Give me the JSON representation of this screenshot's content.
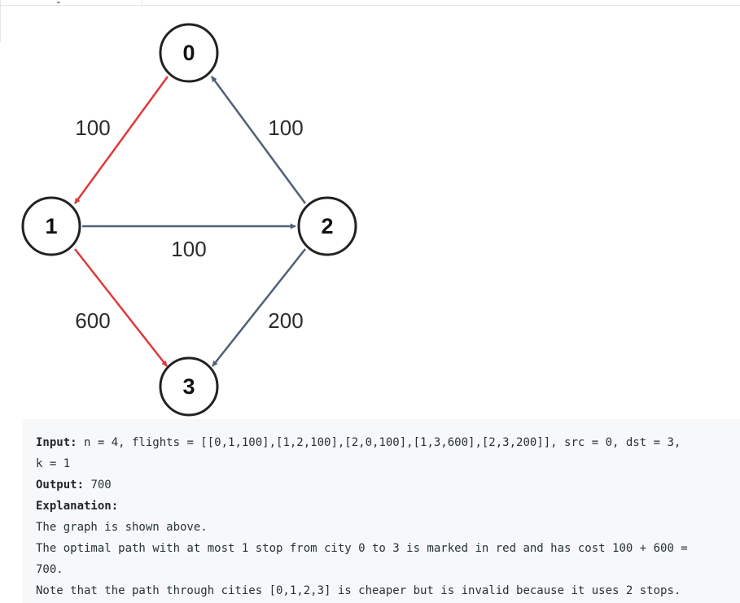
{
  "graph": {
    "nodes": [
      {
        "id": "0",
        "label": "0"
      },
      {
        "id": "1",
        "label": "1"
      },
      {
        "id": "2",
        "label": "2"
      },
      {
        "id": "3",
        "label": "3"
      }
    ],
    "edges": [
      {
        "from": "0",
        "to": "1",
        "weight": "100",
        "color": "red"
      },
      {
        "from": "2",
        "to": "0",
        "weight": "100",
        "color": "slate"
      },
      {
        "from": "1",
        "to": "2",
        "weight": "100",
        "color": "slate"
      },
      {
        "from": "1",
        "to": "3",
        "weight": "600",
        "color": "red"
      },
      {
        "from": "2",
        "to": "3",
        "weight": "200",
        "color": "slate"
      }
    ],
    "colors": {
      "red": "#e0393b",
      "slate": "#4f6176"
    }
  },
  "example": {
    "input_label": "Input:",
    "input_value": " n = 4, flights = [[0,1,100],[1,2,100],[2,0,100],[1,3,600],[2,3,200]], src = 0, dst = 3,",
    "input_value_cont": "k = 1",
    "output_label": "Output:",
    "output_value": " 700",
    "explanation_label": "Explanation:",
    "explanation_lines": [
      "The graph is shown above.",
      "The optimal path with at most 1 stop from city 0 to 3 is marked in red and has cost 100 + 600 =",
      "700.",
      "Note that the path through cities [0,1,2,3] is cheaper but is invalid because it uses 2 stops."
    ]
  }
}
